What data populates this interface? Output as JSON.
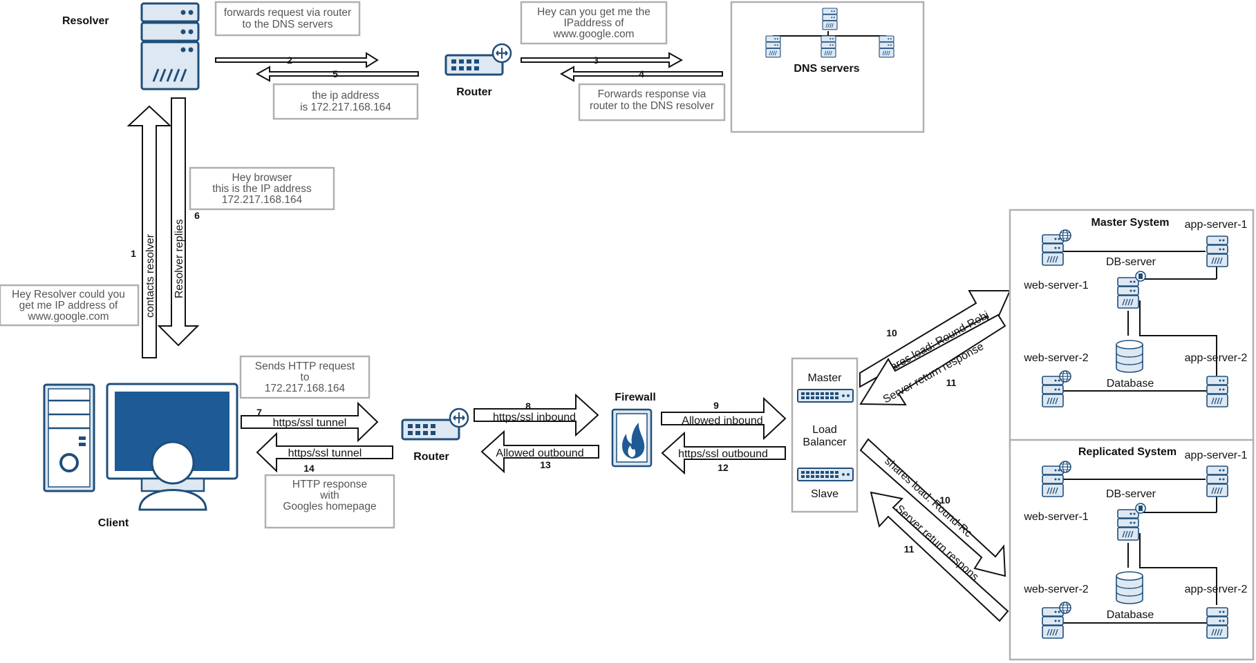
{
  "labels": {
    "resolver": "Resolver",
    "router_top": "Router",
    "dns_servers": "DNS servers",
    "client": "Client",
    "router_bottom": "Router",
    "firewall": "Firewall",
    "lb_master": "Master",
    "lb_load": "Load",
    "lb_balancer": "Balancer",
    "lb_slave": "Slave"
  },
  "notes": {
    "forwards": [
      "forwards request via router",
      "to the DNS servers"
    ],
    "hey_ip": [
      "Hey can you get me the",
      "IPaddress of",
      "www.google.com"
    ],
    "ip_addr": [
      "the ip address",
      "is 172.217.168.164"
    ],
    "forwards_resp": [
      "Forwards response via",
      "router to the DNS resolver"
    ],
    "hey_browser": [
      "Hey browser",
      "this is the IP address",
      "172.217.168.164"
    ],
    "hey_resolver": [
      "Hey Resolver could you",
      "get me IP address of",
      "www.google.com"
    ],
    "sends_http": [
      "Sends HTTP request",
      "to",
      "172.217.168.164"
    ],
    "http_resp": [
      "HTTP response",
      "with",
      "Googles homepage"
    ]
  },
  "steps": {
    "s1": "1",
    "s2": "2",
    "s3": "3",
    "s4": "4",
    "s5": "5",
    "s6": "6",
    "s7": "7",
    "s8": "8",
    "s9": "9",
    "s10a": "10",
    "s11a": "11",
    "s10b": "10",
    "s11b": "11",
    "s12": "12",
    "s13": "13",
    "s14": "14"
  },
  "arrows": {
    "contacts_resolver": "contacts resolver",
    "resolver_replies": "Resolver replies",
    "tunnel_out": "https/ssl tunnel",
    "tunnel_in": "https/ssl tunnel",
    "inbound_8": "https/ssl inbound",
    "outbound_13": "Allowed outbound",
    "allowed_inbound_9": "Allowed inbound",
    "outbound_12": "https/ssl outbound",
    "shares_top": "shares load: Round-Robi",
    "return_top": "Server return response",
    "shares_bottom": "shares load: Round-Rc",
    "return_bottom": "Server return respons"
  },
  "systems": [
    {
      "title": "Master System",
      "app1": "app-server-1",
      "db": "DB-server",
      "web1": "web-server-1",
      "web2": "web-server-2",
      "app2": "app-server-2",
      "database": "Database"
    },
    {
      "title": "Replicated System",
      "app1": "app-server-1",
      "db": "DB-server",
      "web1": "web-server-1",
      "web2": "web-server-2",
      "app2": "app-server-2",
      "database": "Database"
    }
  ],
  "colors": {
    "icon_blue": "#1f4e79",
    "icon_light": "#dde8f3",
    "screen_blue": "#1e5a96",
    "box_border": "#b0b0b0",
    "note_text": "#555555"
  }
}
